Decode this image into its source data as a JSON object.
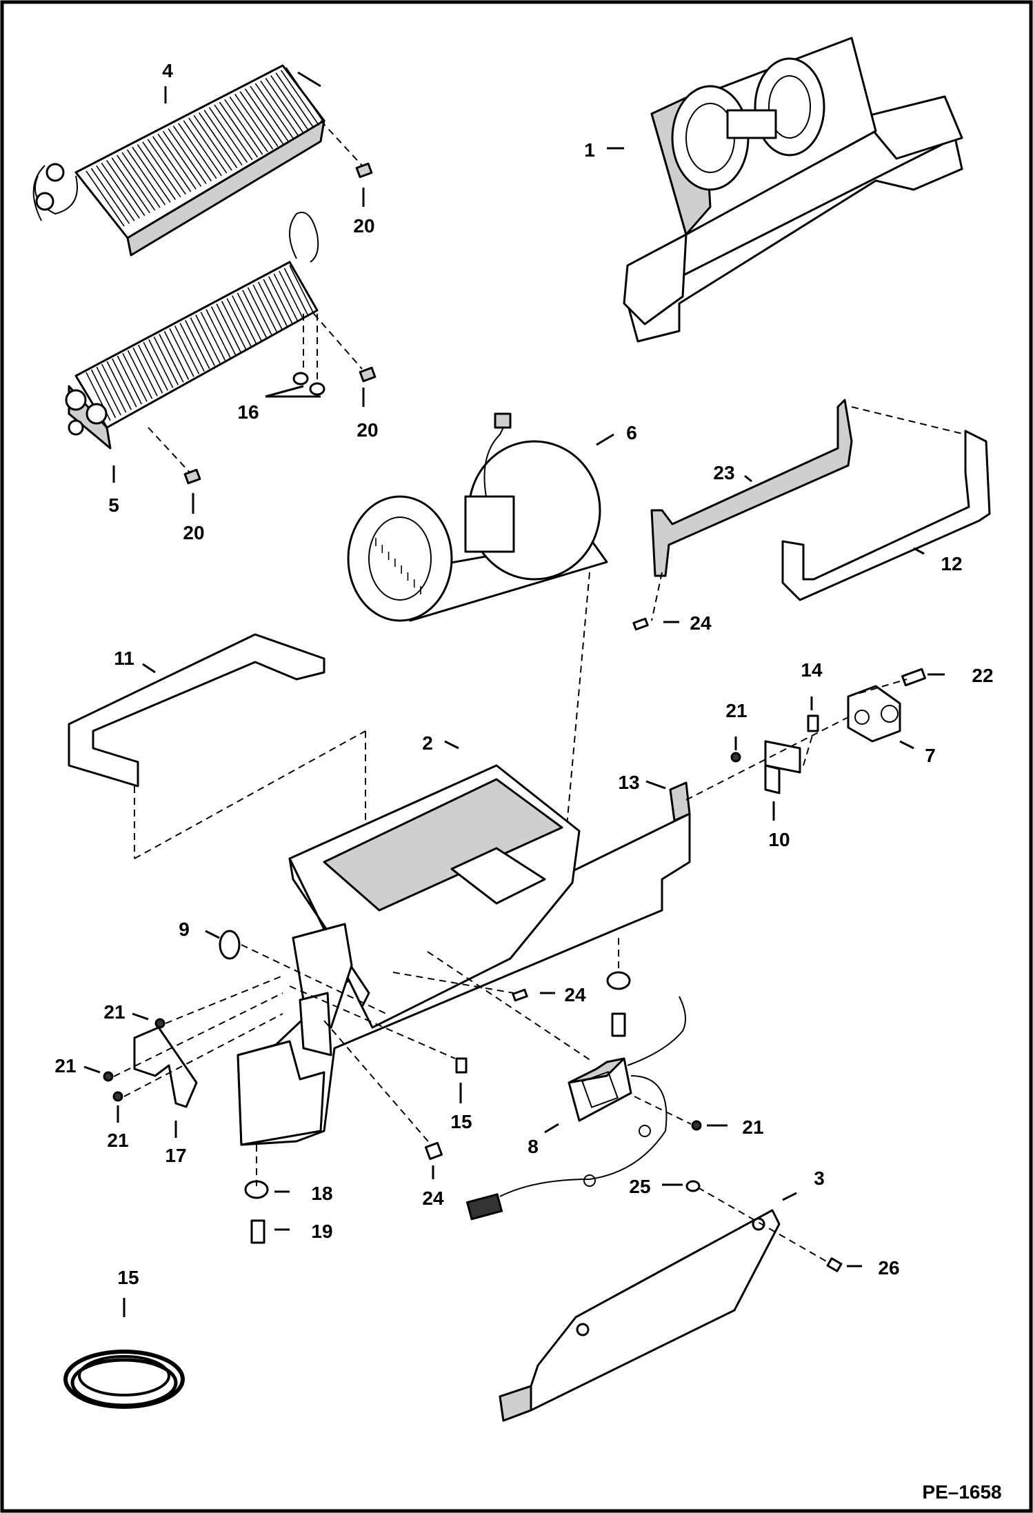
{
  "diagram_id": "PE–1658",
  "callouts": [
    "1",
    "2",
    "3",
    "4",
    "5",
    "6",
    "7",
    "8",
    "9",
    "10",
    "11",
    "12",
    "13",
    "14",
    "15",
    "15",
    "16",
    "17",
    "18",
    "19",
    "20",
    "20",
    "20",
    "21",
    "21",
    "21",
    "21",
    "21",
    "22",
    "23",
    "24",
    "24",
    "24",
    "25",
    "26"
  ]
}
